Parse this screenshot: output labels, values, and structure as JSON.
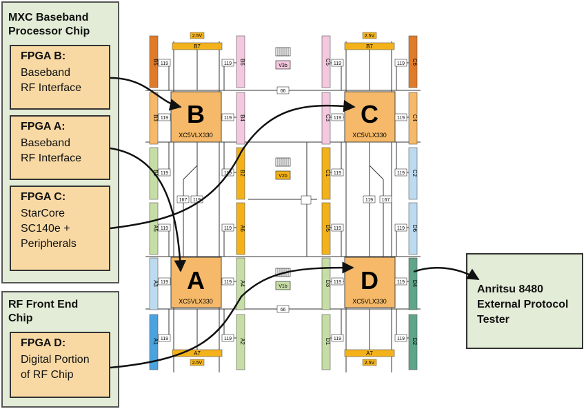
{
  "colors": {
    "orange": "#f5b969",
    "dark_orange": "#e07b2a",
    "pink": "#f4c8df",
    "green": "#c6dea5",
    "blue": "#bcdbf0",
    "bright_blue": "#4aa3de",
    "teal": "#5fa58a",
    "gold": "#f3b21a",
    "panel_green": "#e2ecd6",
    "box_orange": "#f8d9a4"
  },
  "groups": {
    "mxc_title": "MXC Baseband\nProcessor Chip",
    "rf_title": "RF Front End\nChip"
  },
  "fpga_boxes": {
    "b": {
      "title": "FPGA B:",
      "text": "Baseband\nRF Interface"
    },
    "a": {
      "title": "FPGA A:",
      "text": "Baseband\nRF Interface"
    },
    "c": {
      "title": "FPGA C:",
      "text": "StarCore\nSC140e +\nPeripherals"
    },
    "d": {
      "title": "FPGA D:",
      "text": "Digital Portion\nof RF Chip"
    }
  },
  "tester": "Anritsu 8480\nExternal Protocol\nTester",
  "chips": {
    "b": {
      "letter": "B",
      "part": "XC5VLX330"
    },
    "c": {
      "letter": "C",
      "part": "XC5VLX330"
    },
    "a": {
      "letter": "A",
      "part": "XC5VLX330"
    },
    "d": {
      "letter": "D",
      "part": "XC5VLX330"
    }
  },
  "connectors": {
    "b5": "B5",
    "b3": "B3",
    "b1": "B1",
    "b6": "B6",
    "b4": "B4",
    "b2": "B2",
    "b7": "B7",
    "a5": "A5",
    "a3": "A3",
    "a1": "A1",
    "a6": "A6",
    "a4": "A4",
    "a2": "A2",
    "a7": "A7",
    "c5": "C5",
    "c3": "C3",
    "c1": "C1",
    "c6": "C6",
    "c4": "C4",
    "c2": "C2",
    "c7": "B7",
    "d5": "D5",
    "d3": "D3",
    "d1": "D1",
    "d6": "D6",
    "d4": "D4",
    "d2": "D2",
    "d7": "A7"
  },
  "labels": {
    "bus119": "119",
    "bus167": "167",
    "bus66": "66",
    "volt": "2.5V",
    "v3b": "V3b",
    "v2b": "V2b",
    "v1b": "V1b"
  }
}
